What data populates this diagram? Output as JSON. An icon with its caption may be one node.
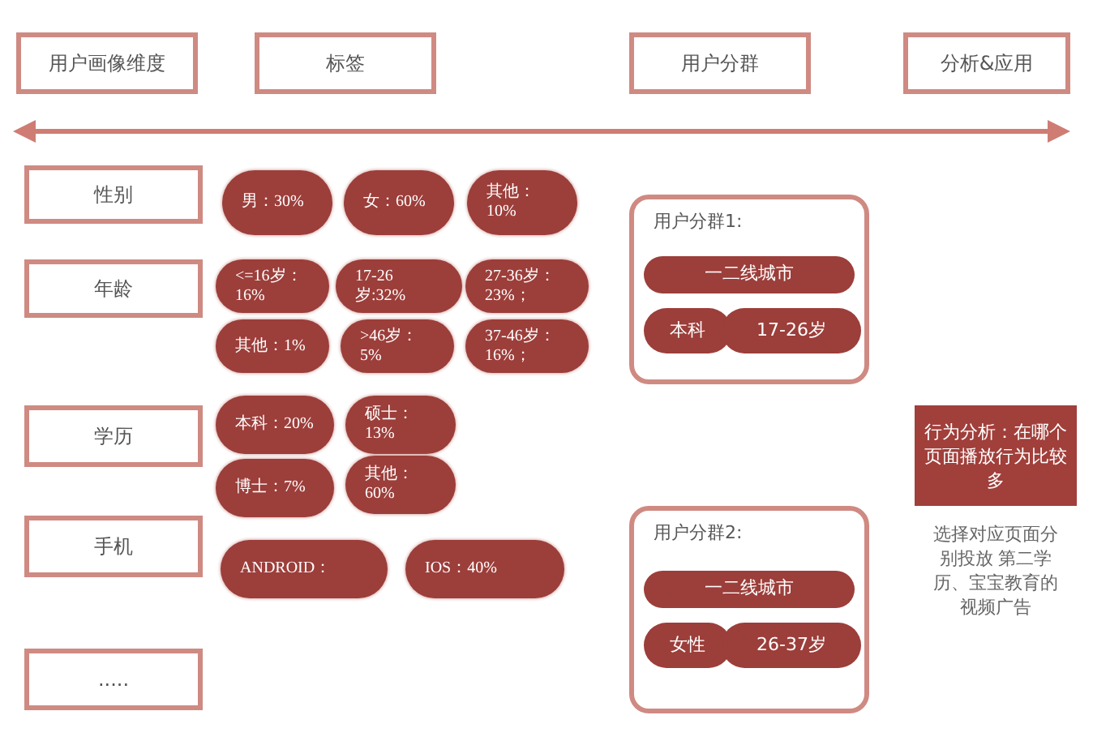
{
  "diagram": {
    "nodes": [
      {
        "text": [
          "用户画像维度"
        ]
      },
      {
        "text": [
          "标签"
        ]
      },
      {
        "text": [
          "用户分群"
        ]
      },
      {
        "text": [
          "分析&应用"
        ]
      },
      {
        "text": [
          "性别"
        ]
      },
      {
        "text": [
          "男：30%"
        ]
      },
      {
        "text": [
          "女：60%"
        ]
      },
      {
        "text": [
          "其他：10%"
        ]
      },
      {
        "text": [
          "年龄"
        ]
      },
      {
        "text": [
          "<=16岁：16%"
        ]
      },
      {
        "text": [
          "17-26岁:32%"
        ]
      },
      {
        "text": [
          "27-36岁：23%；"
        ]
      },
      {
        "text": [
          "其他：1%"
        ]
      },
      {
        "text": [
          ">46岁：5%"
        ]
      },
      {
        "text": [
          "37-46岁：16%；"
        ]
      },
      {
        "text": [
          "学历"
        ]
      },
      {
        "text": [
          "本科：20%"
        ]
      },
      {
        "text": [
          "硕士：13%"
        ]
      },
      {
        "text": [
          "博士：7%"
        ]
      },
      {
        "text": [
          "其他：60%"
        ]
      },
      {
        "text": [
          "手机"
        ]
      },
      {
        "text": [
          "ANDROID："
        ]
      },
      {
        "text": [
          "IOS：40%"
        ]
      },
      {
        "text": [
          "....."
        ]
      },
      {
        "text": [
          "用户分群1:"
        ]
      },
      {
        "text": [
          "一二线城市"
        ],
        "in": 24
      },
      {
        "text": [
          "本科"
        ],
        "in": 24
      },
      {
        "text": [
          "17-26岁"
        ],
        "in": 24
      },
      {
        "text": [
          "用户分群2:"
        ]
      },
      {
        "text": [
          "一二线城市"
        ],
        "in": 28
      },
      {
        "text": [
          "女性"
        ],
        "in": 28
      },
      {
        "text": [
          "26-37岁"
        ],
        "in": 28
      },
      {
        "text": [
          "行为分析：在哪个页面播放行为比较多"
        ],
        "beside": [
          "选择对应页面分别投放 第二学历、宝宝教育的视频广告"
        ]
      }
    ],
    "edges": []
  }
}
